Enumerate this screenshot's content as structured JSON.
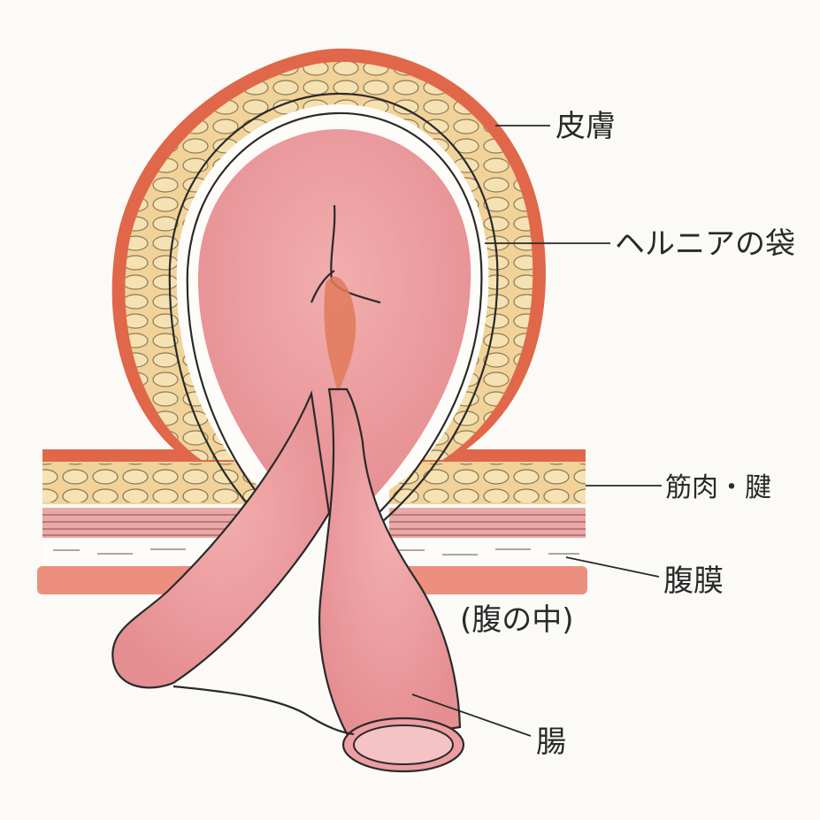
{
  "labels": {
    "skin": "皮膚",
    "hernia_sac": "ヘルニアの袋",
    "muscle_tendon": "筋肉・腱",
    "peritoneum": "腹膜",
    "abdomen_inside": "(腹の中)",
    "intestine": "腸"
  },
  "colors": {
    "paper": "#fbfaf6",
    "skin_red": "#e0674a",
    "fat_yellow": "#f1d39a",
    "fat_cells": "#f6e4b6",
    "muscle_pink": "#e9a9a6",
    "peritoneum_red": "#ec8f7f",
    "intestine_pink": "#ec9ea0",
    "outline": "#2a2a2a"
  }
}
